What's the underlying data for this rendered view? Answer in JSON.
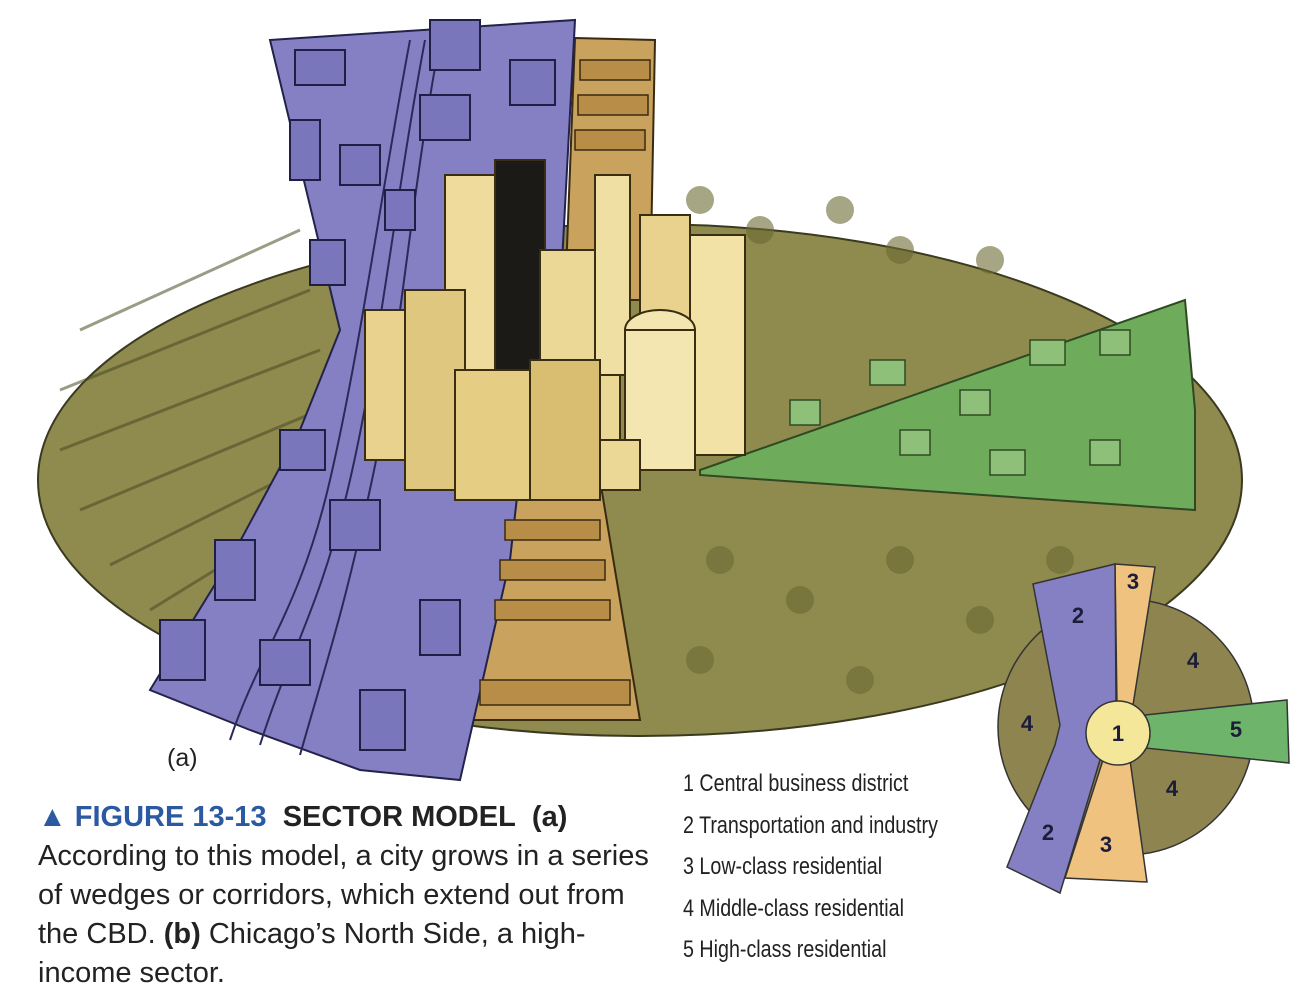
{
  "figure": {
    "panel_label": "(a)",
    "number": "FIGURE 13-13",
    "title": "SECTOR MODEL",
    "title_part": "(a)",
    "caption_1": "According to this model, a city grows in a series of wedges or corridors, which extend out from the CBD.",
    "caption_b": "(b)",
    "caption_2": "Chicago’s North Side, a high-income sector."
  },
  "legend": [
    {
      "num": "1",
      "label": "Central business district"
    },
    {
      "num": "2",
      "label": "Transportation and industry"
    },
    {
      "num": "3",
      "label": "Low-class residential"
    },
    {
      "num": "4",
      "label": "Middle-class residential"
    },
    {
      "num": "5",
      "label": "High-class residential"
    }
  ],
  "diagram_labels": {
    "cbd": "1",
    "transport_top": "2",
    "transport_bottom": "2",
    "low_top": "3",
    "low_bottom": "3",
    "middle_ne": "4",
    "middle_w": "4",
    "middle_se": "4",
    "high": "5"
  },
  "colors": {
    "cbd": "#f5e79a",
    "transport": "#8580c4",
    "low": "#f0c27f",
    "middle": "#8e8450",
    "high": "#6eb46a",
    "figure_number": "#2b5aa0"
  }
}
